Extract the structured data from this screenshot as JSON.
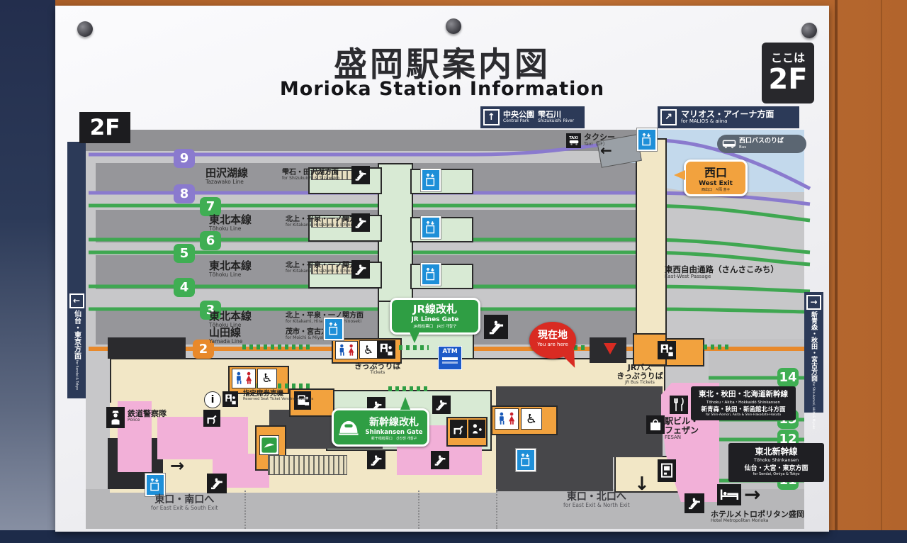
{
  "poster": {
    "title_jp": "盛岡駅案内図",
    "title_en": "Morioka Station Information"
  },
  "floor": {
    "here_label": "ここは",
    "here_value": "2F",
    "map_floor": "2F"
  },
  "icons": {
    "up": "↑",
    "up_right": "↗",
    "left": "←",
    "right": "→",
    "down": "↓",
    "taxi": "TAXI",
    "atm": "ATM",
    "wheelchair": "♿",
    "info": "i"
  },
  "top_signs": {
    "central_park_jp": "中央公園",
    "central_park_en": "Central Park",
    "river_jp": "雫石川",
    "river_en": "Shizukuishi River",
    "malios_jp": "マリオス・アイーナ方面",
    "malios_en": "for MALIOS & aiina"
  },
  "west": {
    "taxi_jp": "タクシー",
    "taxi_en": "Taxi（1F）",
    "bus_jp": "西口バスのりば",
    "bus_en": "Bus",
    "exit_jp": "西口",
    "exit_en": "West Exit",
    "exit_sub": "西出口　서쪽 출구"
  },
  "strips": {
    "left_jp": "仙台・東京方面",
    "left_en": "for Sendai & Tokyo",
    "right_jp": "新青森・秋田・宮古方面",
    "right_en": "for Shin-Aomori, Akita & Miyako"
  },
  "platform_badges": [
    "9",
    "8",
    "7",
    "6",
    "5",
    "4",
    "3",
    "2",
    "14",
    "13",
    "12",
    "11"
  ],
  "line_rows": [
    {
      "jp": "田沢湖線",
      "en": "Tazawako Line",
      "dest_jp": "雫石・田沢湖方面",
      "dest_en": "for Shizukuishi & Tazawako"
    },
    {
      "jp": "東北本線",
      "en": "Tōhoku Line",
      "dest_jp": "北上・平泉・一ノ関方面",
      "dest_en": "for Kitakami, Hiraizumi & Ichinoseki"
    },
    {
      "jp": "東北本線",
      "en": "Tōhoku Line",
      "dest_jp": "北上・平泉・一ノ関方面",
      "dest_en": "for Kitakami, Hiraizumi & Ichinoseki"
    },
    {
      "jp": "東北本線",
      "en": "Tōhoku Line",
      "dest_jp": "北上・平泉・一ノ関方面",
      "dest_en": "for Kitakami, Hiraizumi & Ichinoseki"
    },
    {
      "jp": "山田線",
      "en": "Yamada Line",
      "dest_jp": "茂市・宮古方面",
      "dest_en": "for Moichi & Miyako"
    }
  ],
  "gates": {
    "jr_jp": "JR線改札",
    "jr_en": "JR Lines Gate",
    "jr_sub": "JR线检票口　JR선 개찰구",
    "shin_jp": "新幹線改札",
    "shin_en": "Shinkansen Gate",
    "shin_sub": "新干线检票口　신칸센 개찰구"
  },
  "markers": {
    "here_jp": "現在地",
    "here_en": "You are here"
  },
  "services": {
    "tickets_jp": "きっぷうりば",
    "tickets_en": "Tickets",
    "reserved_jp": "指定席券売機",
    "reserved_en": "Reserved Seat Ticket Vending Machines",
    "police_jp": "鉄道警察隊",
    "police_en": "Police",
    "jrbus_jp1": "JRバス",
    "jrbus_jp2": "きっぷうりば",
    "jrbus_en": "JR Bus Tickets",
    "fesan_jp1": "駅ビル・",
    "fesan_jp2": "フェザン",
    "fesan_en": "FESAN",
    "passage_jp": "東西自由通路（さんさこみち）",
    "passage_en": "East-West Passage",
    "hotel_jp": "ホテルメトロポリタン盛岡",
    "hotel_en": "Hotel Metropolitan Morioka"
  },
  "exits": {
    "south_jp": "東口・南口へ",
    "south_en": "for East Exit & South Exit",
    "north_jp": "東口・北口へ",
    "north_en": "for East Exit & North Exit"
  },
  "shinkansen_info": {
    "box1_jp": "東北・秋田・北海道新幹線",
    "box1_en": "Tōhoku・Akita・Hokkaidō Shinkansen",
    "box1_dest_jp": "新青森・秋田・新函館北斗方面",
    "box1_dest_en": "for Shin-Aomori, Akita & Shin-Hakodate-Hokuto",
    "box2_jp": "東北新幹線",
    "box2_en": "Tōhoku Shinkansen",
    "box2_dest_jp": "仙台・大宮・東京方面",
    "box2_dest_en": "for Sendai, Omiya & Tokyo"
  },
  "colors": {
    "green_line": "#3fa751",
    "purple_line": "#8a7ace",
    "orange_line": "#e8892b",
    "navy": "#2c3a58",
    "bubble_green": "#2f9e44",
    "red": "#d92b22",
    "elevator_blue": "#1e8fd8",
    "pink": "#f2b0d8",
    "cream": "#f2e7c6",
    "orange_block": "#f2a23e"
  }
}
